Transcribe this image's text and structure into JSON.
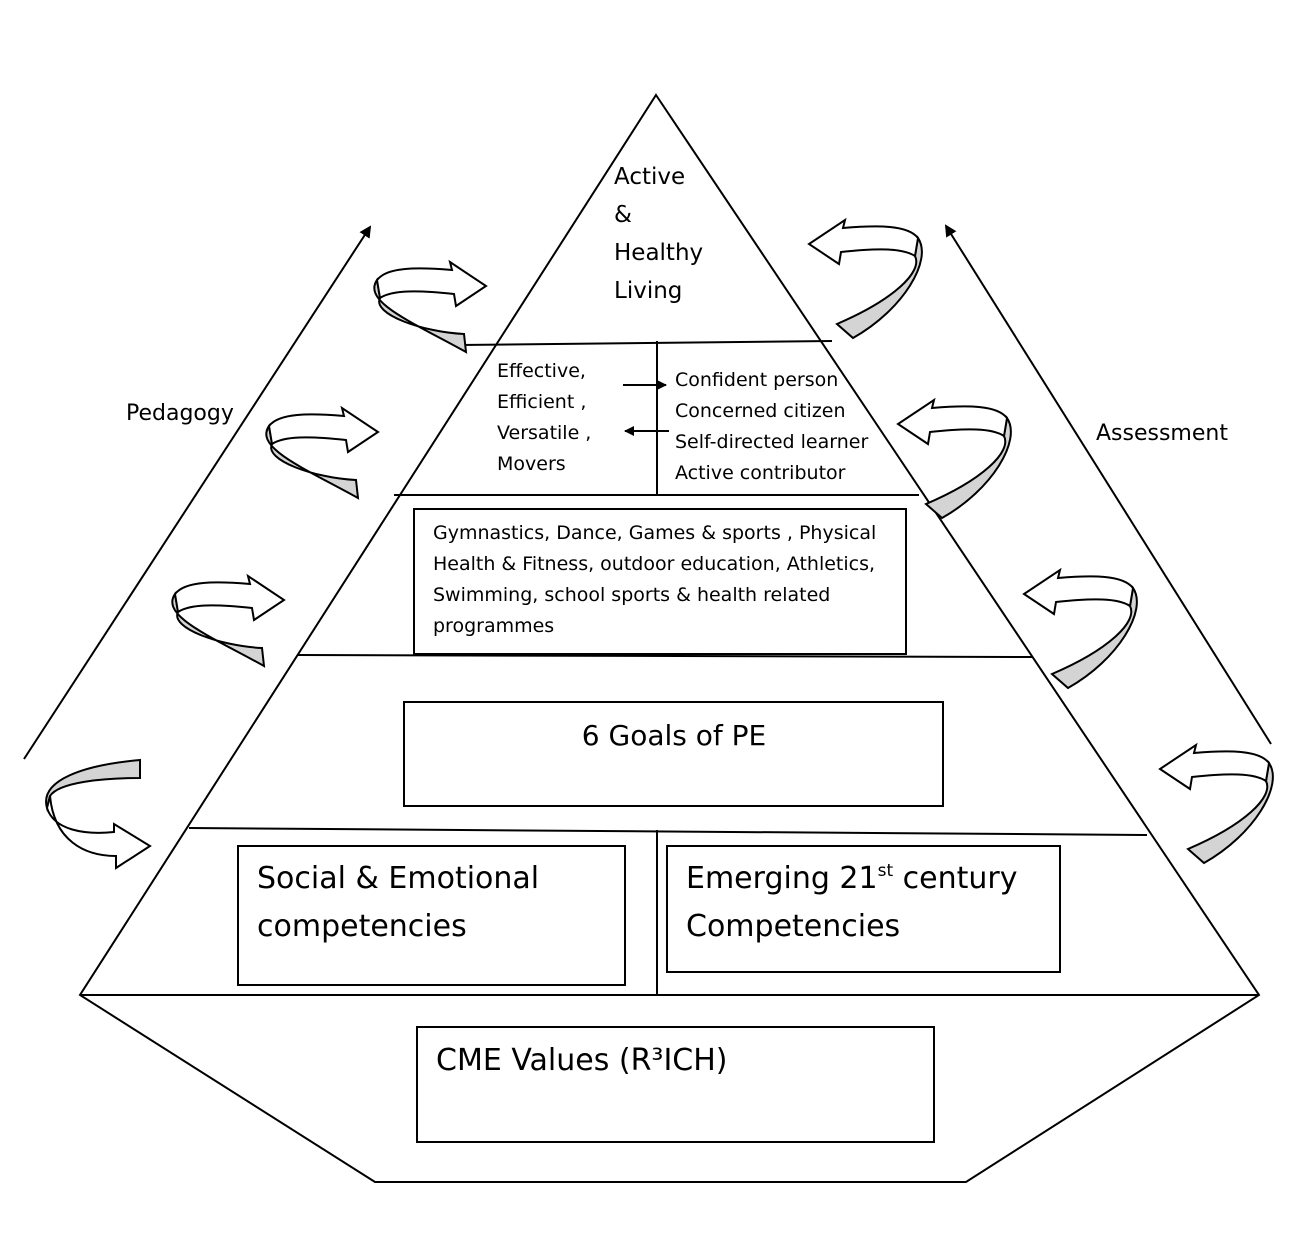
{
  "apex": {
    "line1": "Active",
    "line2": "&",
    "line3": "Healthy",
    "line4": "Living"
  },
  "movers": {
    "lines": [
      "Effective,",
      "Efficient ,",
      "Versatile ,",
      "Movers"
    ]
  },
  "outcomes": {
    "lines": [
      "Confident person",
      "Concerned citizen",
      "Self-directed learner",
      "Active contributor"
    ]
  },
  "activities": {
    "lines": [
      "Gymnastics, Dance, Games & sports , Physical",
      "Health & Fitness, outdoor education, Athletics,",
      "Swimming, school sports & health related",
      "programmes"
    ]
  },
  "goals": {
    "label": "6 Goals of PE"
  },
  "social": {
    "line1": "Social & Emotional",
    "line2": "competencies"
  },
  "emerging": {
    "line1_a": "Emerging 21",
    "sup": "st",
    "line1_b": " century",
    "line2": "Competencies"
  },
  "cme": {
    "label": "CME Values (R³ICH)"
  },
  "left_axis": {
    "label": "Pedagogy"
  },
  "right_axis": {
    "label": "Assessment"
  }
}
